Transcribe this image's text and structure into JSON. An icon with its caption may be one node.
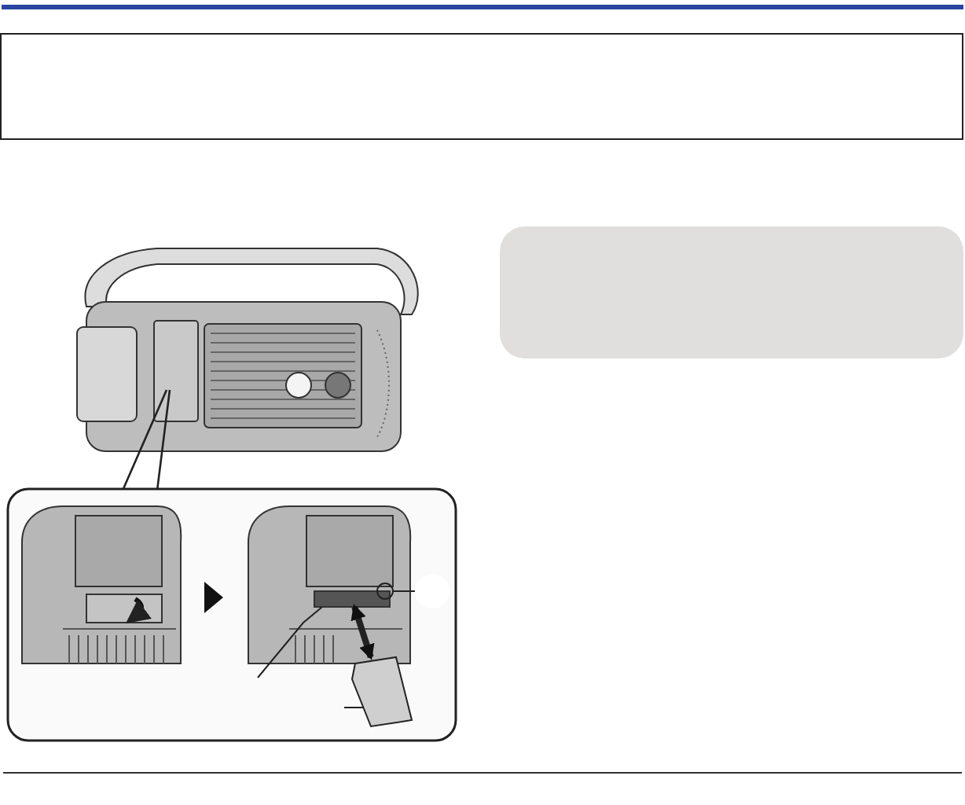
{
  "diagram": {
    "nodes": [
      {
        "text": [],
        "shape": "box"
      },
      {
        "text": [],
        "shape": "box"
      },
      {
        "text": [],
        "shape": "circle"
      },
      {
        "text": [],
        "shape": "circle"
      },
      {
        "text": [],
        "shape": "box"
      },
      {
        "text": [],
        "shape": "box"
      }
    ],
    "edges": [
      {
        "from": 2,
        "to": 3,
        "arrow": "none"
      },
      {
        "from": null,
        "to": 4,
        "arrow": "none"
      },
      {
        "from": null,
        "to": 5,
        "arrow": "none"
      },
      {
        "from": 5,
        "to": 4,
        "arrow": "both",
        "style": "thick"
      }
    ]
  }
}
